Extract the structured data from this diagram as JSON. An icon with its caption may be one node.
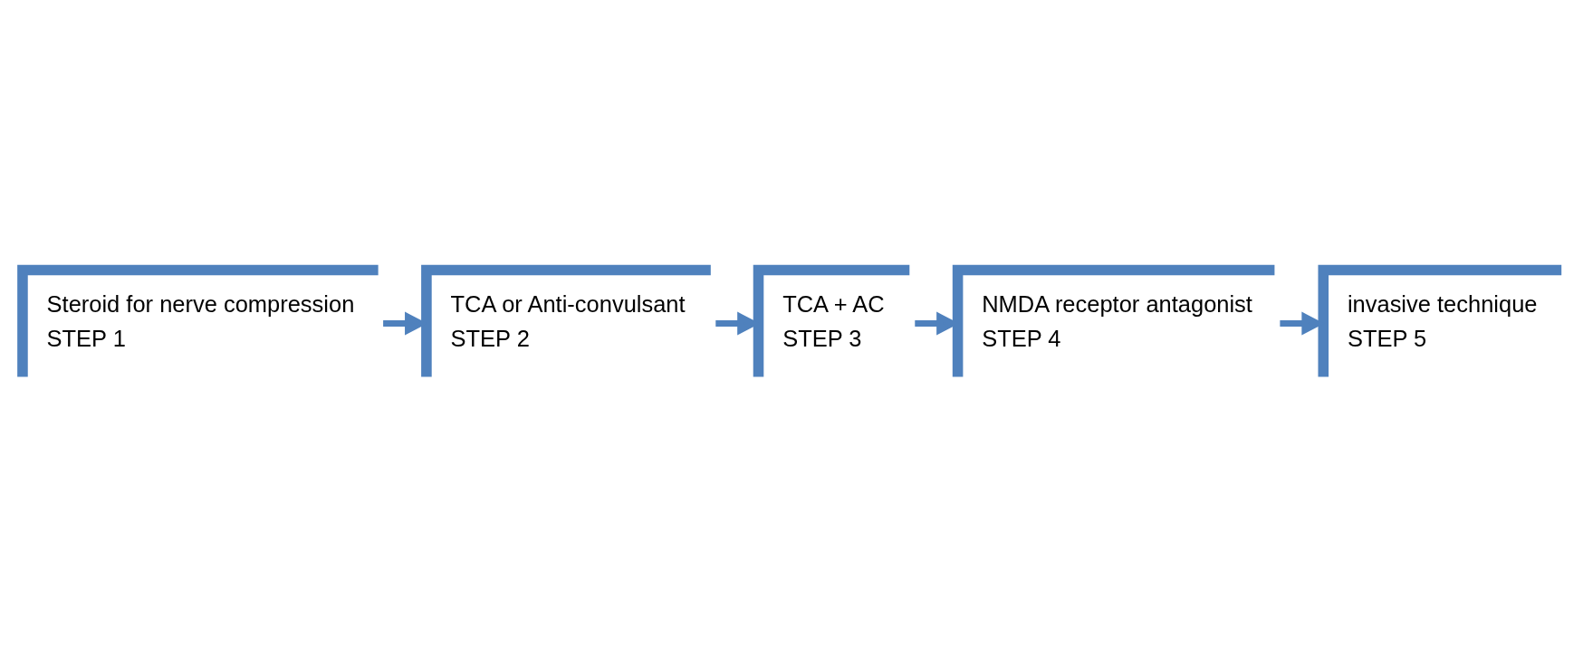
{
  "diagram": {
    "nodes": [
      {
        "text": [
          "Steroid for nerve compression",
          "STEP 1"
        ]
      },
      {
        "text": [
          "TCA or Anti-convulsant",
          "STEP 2"
        ]
      },
      {
        "text": [
          "TCA + AC",
          "STEP 3"
        ]
      },
      {
        "text": [
          "NMDA receptor antagonist",
          "STEP 4"
        ]
      },
      {
        "text": [
          "invasive technique",
          "STEP 5"
        ]
      }
    ],
    "edges": [
      {
        "from": 0,
        "to": 1,
        "arrow": "to"
      },
      {
        "from": 1,
        "to": 2,
        "arrow": "to"
      },
      {
        "from": 2,
        "to": 3,
        "arrow": "to"
      },
      {
        "from": 3,
        "to": 4,
        "arrow": "to"
      }
    ]
  }
}
